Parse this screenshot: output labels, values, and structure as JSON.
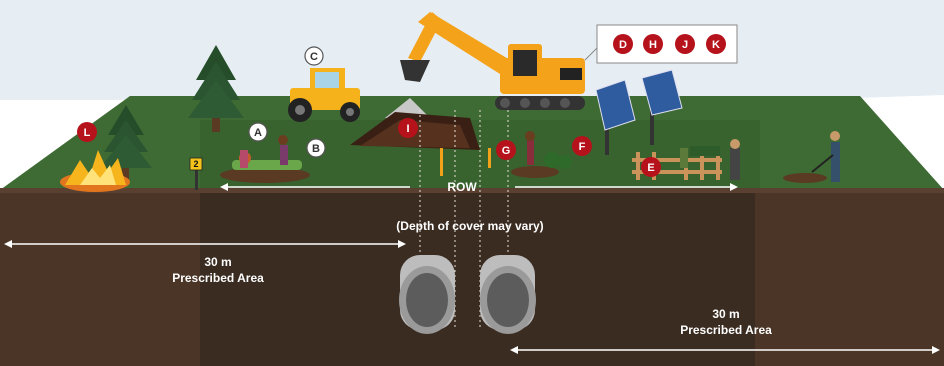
{
  "labels": {
    "row": "ROW",
    "depth_note": "(Depth of cover may vary)",
    "prescribed_left_distance": "30 m",
    "prescribed_left_label": "Prescribed Area",
    "prescribed_right_distance": "30 m",
    "prescribed_right_label": "Prescribed Area",
    "marker_sign": "2"
  },
  "badges": {
    "A": "A",
    "B": "B",
    "C": "C",
    "D": "D",
    "H": "H",
    "J": "J",
    "K": "K",
    "E": "E",
    "F": "F",
    "G": "G",
    "I": "I",
    "L": "L"
  },
  "colors": {
    "sky": "#dfe8ee",
    "grass": "#3f6e35",
    "soil": "#4a3528",
    "row_zone": "#3a2d24",
    "badge_red": "#b5121b",
    "excavator": "#f5a21b"
  }
}
